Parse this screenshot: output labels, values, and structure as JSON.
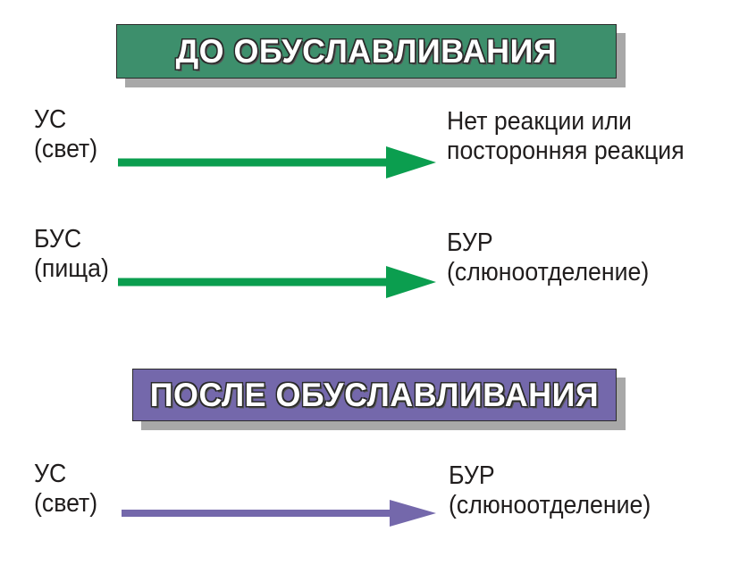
{
  "diagram": {
    "title_before": "ДО ОБУСЛАВЛИВАНИЯ",
    "title_after": "ПОСЛЕ ОБУСЛАВЛИВАНИЯ",
    "colors": {
      "banner_before_bg": "#3d8f6c",
      "banner_after_bg": "#7468ab",
      "arrow_green": "#0b9e4f",
      "arrow_purple": "#7468ab",
      "shadow": "#a8a8a8",
      "text": "#201d1d",
      "banner_text": "#ffffff"
    },
    "sections": [
      {
        "id": "before",
        "banner_label": "ДО ОБУСЛАВЛИВАНИЯ",
        "rows": [
          {
            "id": "cs-no-response",
            "left_line1": "УС",
            "left_line2": "(свет)",
            "arrow_color": "#0b9e4f",
            "right_line1": "Нет реакции или",
            "right_line2": "посторонняя реакция"
          },
          {
            "id": "ucs-ucr",
            "left_line1": "БУС",
            "left_line2": "(пища)",
            "arrow_color": "#0b9e4f",
            "right_line1": "БУР",
            "right_line2": "(слюноотделение)"
          }
        ]
      },
      {
        "id": "after",
        "banner_label": "ПОСЛЕ ОБУСЛАВЛИВАНИЯ",
        "rows": [
          {
            "id": "cs-cr",
            "left_line1": "УС",
            "left_line2": "(свет)",
            "arrow_color": "#7468ab",
            "right_line1": "БУР",
            "right_line2": "(слюноотделение)"
          }
        ]
      }
    ]
  }
}
